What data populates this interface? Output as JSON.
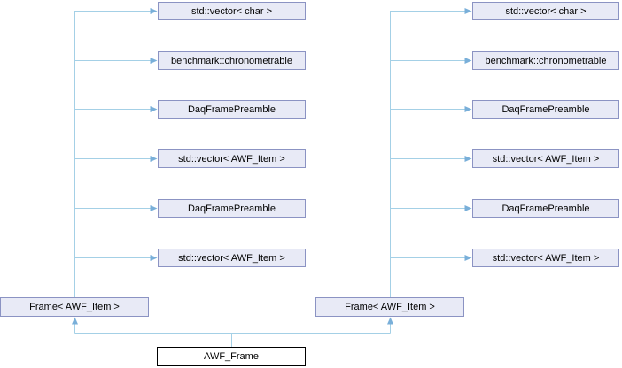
{
  "diagram": {
    "type": "collaboration-graph",
    "main_node": {
      "label": "AWF_Frame"
    },
    "base_left": {
      "label": "Frame< AWF_Item >"
    },
    "base_right": {
      "label": "Frame< AWF_Item >"
    },
    "left_deps": [
      "std::vector< char >",
      "benchmark::chronometrable",
      "DaqFramePreamble",
      "std::vector< AWF_Item >",
      "DaqFramePreamble",
      "std::vector< AWF_Item >"
    ],
    "right_deps": [
      "std::vector< char >",
      "benchmark::chronometrable",
      "DaqFramePreamble",
      "std::vector< AWF_Item >",
      "DaqFramePreamble",
      "std::vector< AWF_Item >"
    ],
    "colors": {
      "node_fill": "#e8eaf6",
      "node_border": "#8b93c3",
      "main_fill": "#ffffff",
      "main_border": "#000000",
      "edge_line": "#a4d0e6",
      "edge_arrow": "#79afd9",
      "text": "#000000",
      "background": "#ffffff"
    }
  }
}
